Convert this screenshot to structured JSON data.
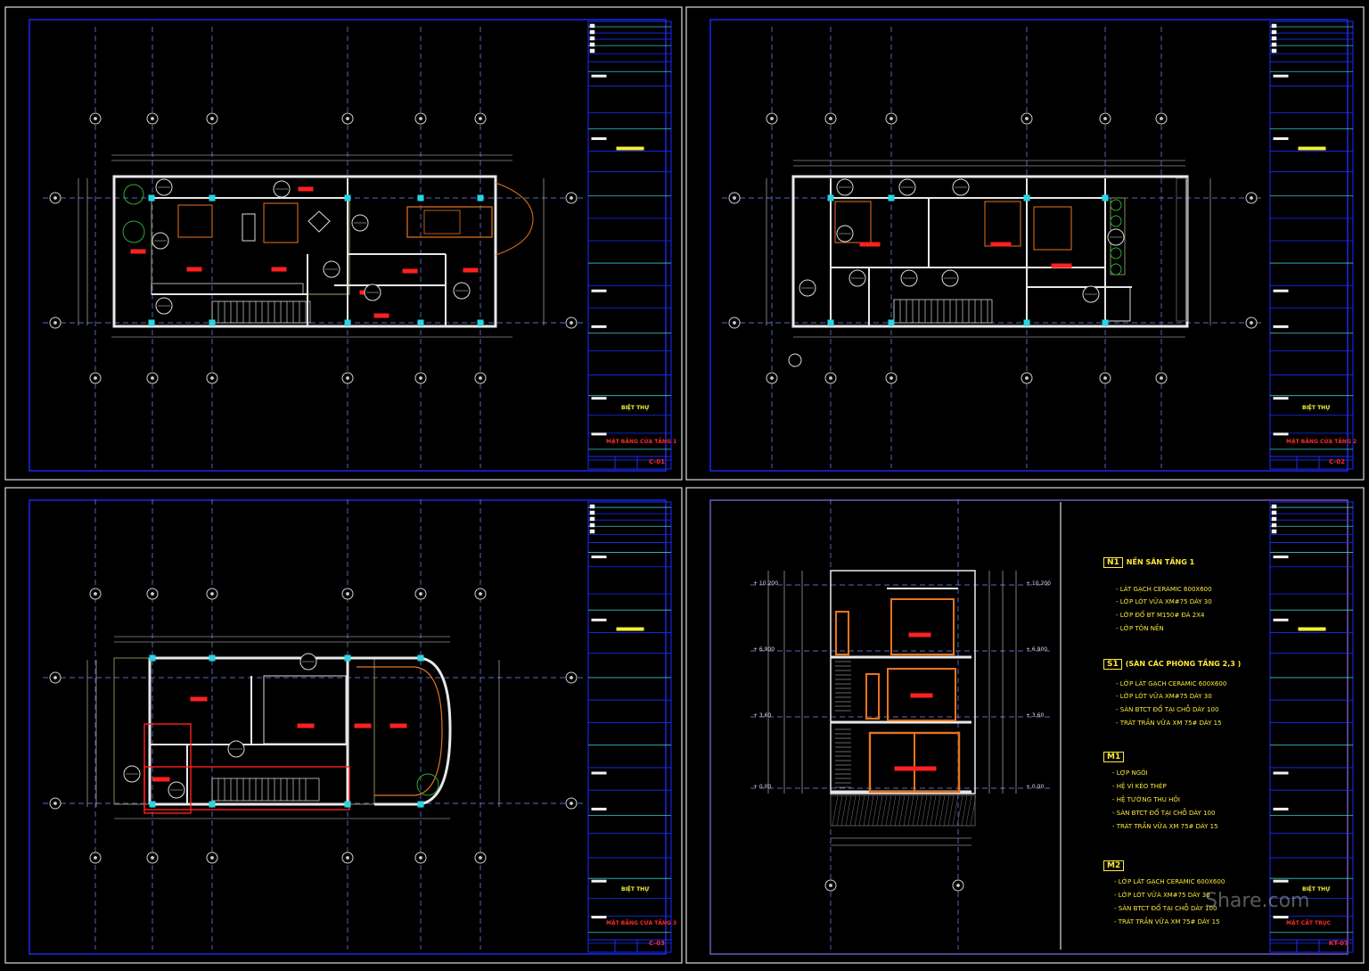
{
  "colors": {
    "frame": "#1a2cff",
    "grid": "#7a8cff",
    "wall": "#e8e8e8",
    "cyan": "#27d6e6",
    "red": "#ff2020",
    "orange": "#e8741c",
    "yellow": "#f4f034",
    "green": "#2ea83a"
  },
  "sheets": [
    {
      "id": "sheet-1",
      "project": "BIỆT THỰ",
      "title": "MẶT BẰNG CỬA TẦNG 1",
      "code": "C-01"
    },
    {
      "id": "sheet-2",
      "project": "BIỆT THỰ",
      "title": "MẶT BẰNG CỬA TẦNG 2",
      "code": "C-02"
    },
    {
      "id": "sheet-3",
      "project": "BIỆT THỰ",
      "title": "MẶT BẰNG CỬA TẦNG 3",
      "code": "C-03"
    },
    {
      "id": "sheet-4",
      "project": "BIỆT THỰ",
      "title": "MẶT CẮT TRỤC",
      "code": "KT-07"
    }
  ],
  "section": {
    "levels": [
      "+ 10.200",
      "+ 6.900",
      "+ 3.60",
      "+ 0.00"
    ]
  },
  "specs": [
    {
      "tag": "N1",
      "title": "NỀN SÂN TẦNG 1",
      "lines": [
        "- LÁT GẠCH CERAMIC 600X600",
        "- LỚP LÓT VỮA XM#75 DÀY 30",
        "- LỚP ĐỔ BT M150# ĐÁ 2X4",
        "- LỚP TÔN NỀN"
      ]
    },
    {
      "tag": "S1",
      "title": "(SÀN CÁC PHÒNG TẦNG 2,3 )",
      "lines": [
        "- LỚP LÁT GẠCH CERAMIC 600X600",
        "- LỚP LÓT VỮA XM#75 DÀY 30",
        "- SÀN BTCT ĐỔ TẠI CHỖ DÀY 100",
        "- TRÁT TRẦN VỮA XM 75# DÀY 15"
      ]
    },
    {
      "tag": "M1",
      "title": "",
      "lines": [
        "- LỢP NGÓI",
        "- HỆ VÌ KÈO THÉP",
        "- HỆ TƯỜNG THU HỒI",
        "- SÀN BTCT ĐỔ TẠI CHỖ DÀY 100",
        "- TRÁT TRẦN VỮA XM 75# DÀY 15"
      ]
    },
    {
      "tag": "M2",
      "title": "",
      "lines": [
        "- LỚP LÁT GẠCH CERAMIC 600X600",
        "- LỚP LÓT VỮA XM#75 DÀY 30",
        "- SÀN BTCT ĐỔ TẠI CHỖ DÀY 100",
        "- TRÁT TRẦN VỮA XM 75# DÀY 15"
      ]
    }
  ],
  "watermark": "Share.com"
}
